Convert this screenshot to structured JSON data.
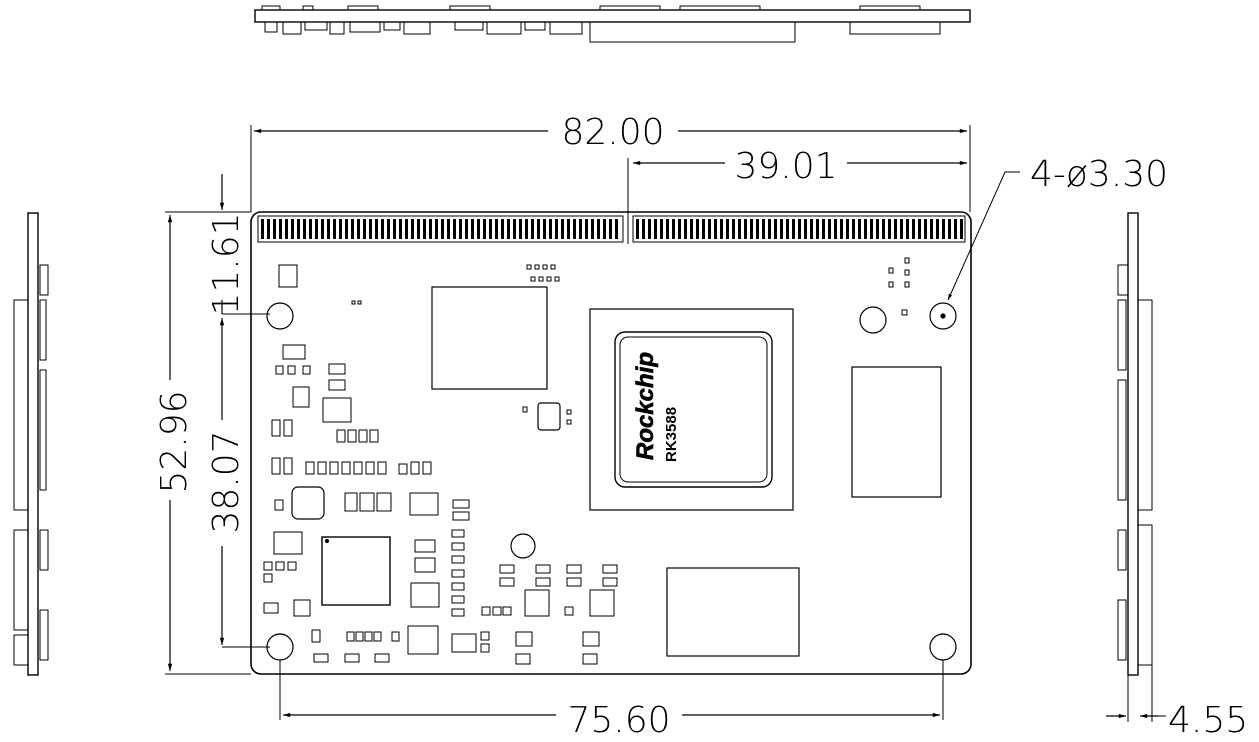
{
  "dimensions": {
    "total_width": "82.00",
    "connector_offset": "39.01",
    "holes": "4-ø3.30",
    "total_height": "52.96",
    "top_hole_offset": "11.61",
    "hole_vertical_spacing": "38.07",
    "hole_horizontal_spacing": "75.60",
    "thickness": "4.55"
  },
  "chip": {
    "brand": "Rockchip",
    "model": "RK3588"
  },
  "colors": {
    "line": "#000000",
    "background": "#ffffff"
  }
}
